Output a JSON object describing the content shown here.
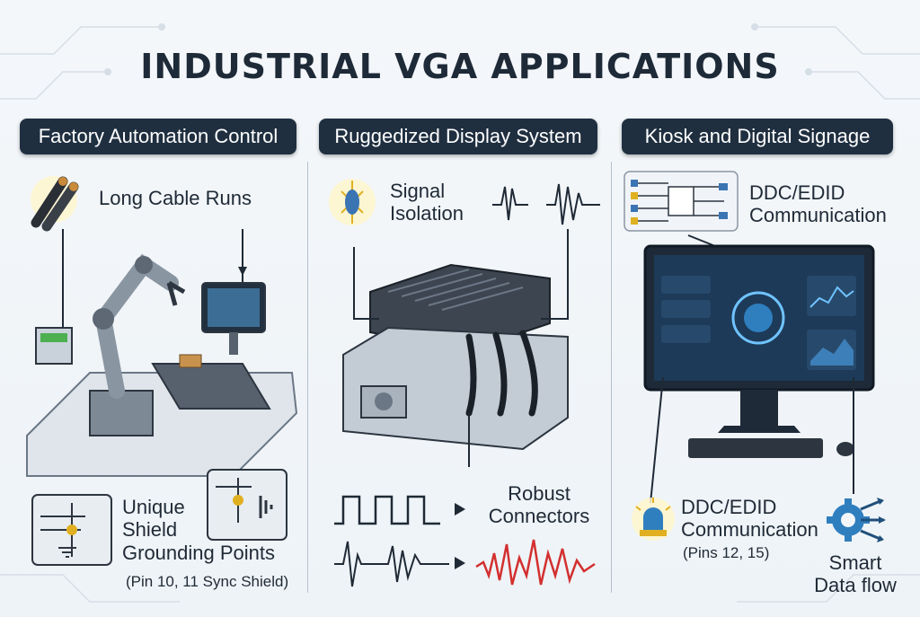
{
  "title": "INDUSTRIAL VGA APPLICATIONS",
  "columns": [
    {
      "header": "Factory Automation Control",
      "labels": {
        "cable": "Long Cable Runs",
        "shield_line1": "Unique",
        "shield_line2": "Shield",
        "shield_line3": "Grounding Points",
        "pins": "(Pin 10, 11 Sync Shield)"
      }
    },
    {
      "header": "Ruggedized Display System",
      "labels": {
        "isolation_line1": "Signal",
        "isolation_line2": "Isolation",
        "connectors_line1": "Robust",
        "connectors_line2": "Connectors"
      }
    },
    {
      "header": "Kiosk and Digital Signage",
      "labels": {
        "ddc_top_line1": "DDC/EDID",
        "ddc_top_line2": "Communication",
        "ddc_bottom_line1": "DDC/EDID",
        "ddc_bottom_line2": "Communication",
        "ddc_pins": "(Pins 12, 15)",
        "smart_line1": "Smart",
        "smart_line2": "Data flow"
      }
    }
  ],
  "colors": {
    "header_bg": "#1f2f40",
    "accent_blue": "#2f7fbf",
    "alert_red": "#d32f2f",
    "ground_yellow": "#e0b020"
  }
}
